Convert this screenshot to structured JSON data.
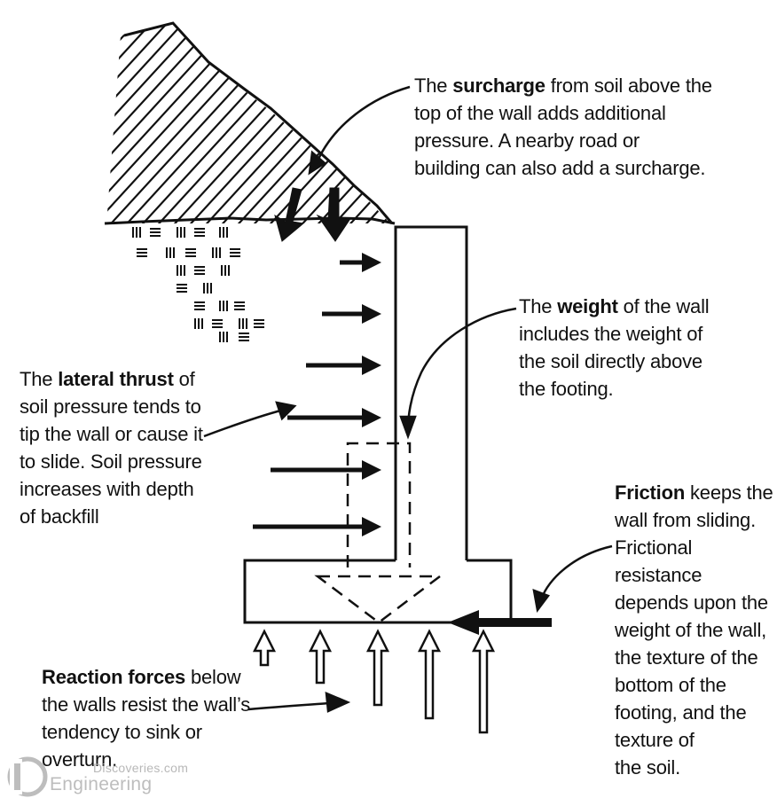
{
  "labels": {
    "surcharge": {
      "bold": "surcharge",
      "lines": [
        "The ",
        " from soil above the",
        "top of the wall adds additional",
        "pressure. A nearby road or",
        "building can also add a surcharge."
      ]
    },
    "weight": {
      "bold": "weight",
      "lines": [
        "The ",
        " of the wall",
        "includes the weight of",
        "the soil directly above",
        "the footing."
      ]
    },
    "lateral": {
      "bold": "lateral thrust",
      "lines": [
        "The ",
        " of",
        "soil pressure tends to",
        "tip the wall or cause it",
        "to slide. Soil pressure",
        "increases with depth",
        "of backfill"
      ]
    },
    "friction": {
      "bold": "Friction",
      "lines": [
        "",
        " keeps the",
        "wall from sliding.",
        "Frictional",
        "resistance",
        "depends upon the",
        "weight of the wall,",
        "the texture of the",
        "bottom of the",
        "footing, and the",
        "texture of",
        "the soil."
      ]
    },
    "reaction": {
      "bold": "Reaction forces",
      "lines": [
        "",
        " below",
        "the walls resist the wall’s",
        "tendency to sink or",
        "overturn."
      ]
    }
  },
  "logo": {
    "mark": "D",
    "top_text": "Discoveries.com",
    "bottom_text": "Engineering"
  },
  "colors": {
    "ink": "#111111",
    "watermark": "#bdbdbd"
  }
}
